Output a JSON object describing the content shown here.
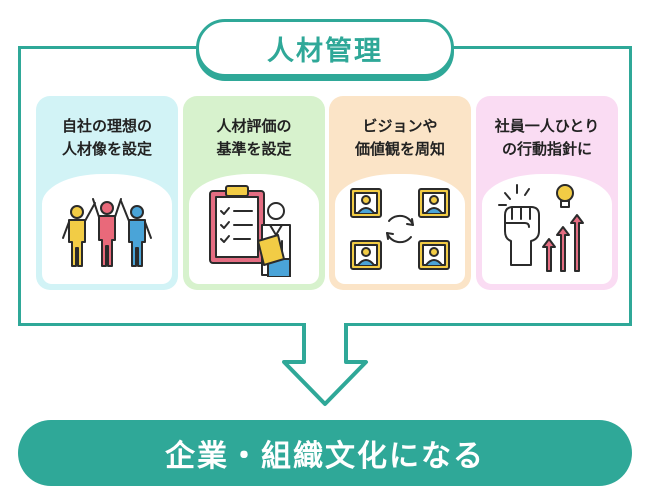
{
  "title": "人材管理",
  "cards": [
    {
      "label": "自社の理想の\n人材像を設定",
      "icon": "people-raising-hands-icon"
    },
    {
      "label": "人材評価の\n基準を設定",
      "icon": "evaluator-checklist-icon"
    },
    {
      "label": "ビジョンや\n価値観を周知",
      "icon": "people-sharing-cycle-icon"
    },
    {
      "label": "社員一人ひとり\nの行動指針に",
      "icon": "fist-growth-arrows-icon"
    }
  ],
  "result": "企業・組織文化になる",
  "colors": {
    "accent": "#2fa898",
    "card1": "#d2f3f6",
    "card2": "#d7f2cd",
    "card3": "#fbe4c7",
    "card4": "#fadcf3"
  }
}
